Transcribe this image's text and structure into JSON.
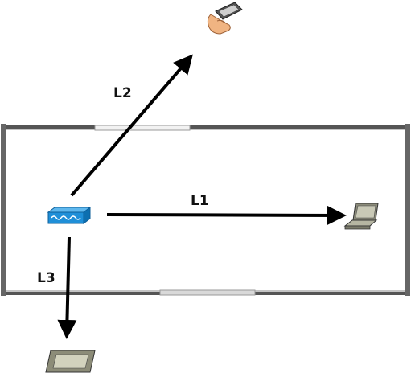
{
  "links": {
    "l1": {
      "label": "L1"
    },
    "l2": {
      "label": "L2"
    },
    "l3": {
      "label": "L3"
    }
  },
  "devices": {
    "access_point": {
      "icon": "wireless-access-point-icon",
      "color": "#1f8fd8"
    },
    "laptop": {
      "icon": "laptop-icon"
    },
    "handheld": {
      "icon": "handheld-device-icon"
    },
    "tablet": {
      "icon": "tablet-icon"
    }
  },
  "room": {
    "wall_color": "#555555",
    "window_color": "#d9d9d9"
  }
}
